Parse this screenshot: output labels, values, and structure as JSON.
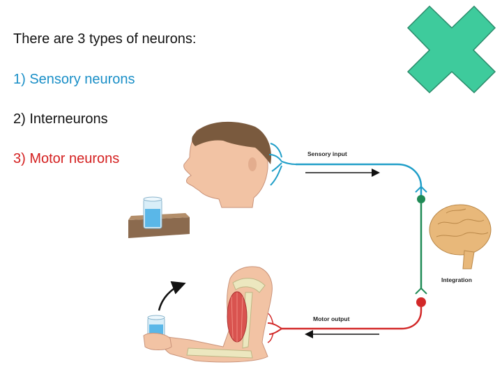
{
  "intro": "There are 3 types of neurons:",
  "items": [
    {
      "text": "1) Sensory neurons",
      "color": "#1a8fc7"
    },
    {
      "text": "2) Interneurons",
      "color": "#111111"
    },
    {
      "text": "3) Motor neurons",
      "color": "#d42020"
    }
  ],
  "diagram": {
    "sensory_label": "Sensory input",
    "integration_label": "Integration",
    "motor_label": "Motor output"
  },
  "colors": {
    "sensory": "#1f9ec8",
    "inter": "#1f8a55",
    "motor": "#d22828",
    "close_icon": "#3ecb9c"
  },
  "icons": [
    "close-x-icon",
    "head-image",
    "water-glass-image",
    "brain-image",
    "arm-image"
  ]
}
